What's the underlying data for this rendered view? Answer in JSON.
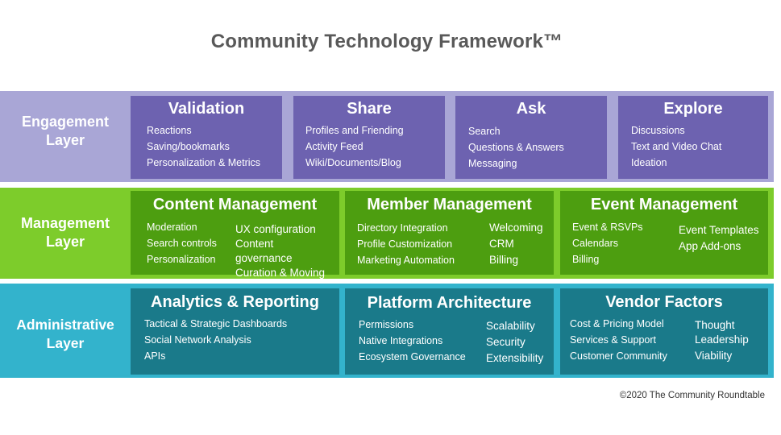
{
  "title": "Community Technology Framework™",
  "copyright": "©2020 The Community Roundtable",
  "layers": {
    "engagement": {
      "label_line1": "Engagement",
      "label_line2": "Layer",
      "boxes": [
        {
          "title": "Validation",
          "items": [
            "Reactions",
            "Saving/bookmarks",
            "Personalization & Metrics"
          ]
        },
        {
          "title": "Share",
          "items": [
            "Profiles and Friending",
            "Activity Feed",
            "Wiki/Documents/Blog"
          ]
        },
        {
          "title": "Ask",
          "items": [
            "Search",
            "Questions & Answers",
            "Messaging"
          ]
        },
        {
          "title": "Explore",
          "items": [
            "Discussions",
            "Text and Video Chat",
            "Ideation"
          ]
        }
      ]
    },
    "management": {
      "label_line1": "Management",
      "label_line2": "Layer",
      "boxes": [
        {
          "title": "Content Management",
          "col1": [
            "Moderation",
            "Search controls",
            "Personalization"
          ],
          "col2": [
            "UX configuration",
            "Content",
            "governance",
            "Curation & Moving"
          ]
        },
        {
          "title": "Member Management",
          "col1": [
            "Directory Integration",
            "Profile Customization",
            "Marketing Automation"
          ],
          "col2": [
            "Welcoming",
            "CRM",
            "Billing"
          ]
        },
        {
          "title": "Event Management",
          "col1": [
            "Event & RSVPs",
            "Calendars",
            "Billing"
          ],
          "col2": [
            "Event Templates",
            "App Add-ons"
          ]
        }
      ]
    },
    "administrative": {
      "label_line1": "Administrative",
      "label_line2": "Layer",
      "boxes": [
        {
          "title": "Analytics & Reporting",
          "col1": [
            "Tactical & Strategic Dashboards",
            "Social Network Analysis",
            "APIs"
          ]
        },
        {
          "title": "Platform Architecture",
          "col1": [
            "Permissions",
            "Native Integrations",
            "Ecosystem Governance"
          ],
          "col2": [
            "Scalability",
            "Security",
            "Extensibility"
          ]
        },
        {
          "title": "Vendor Factors",
          "col1": [
            "Cost & Pricing Model",
            "Services & Support",
            "Customer Community"
          ],
          "col2": [
            "Thought",
            "Leadership",
            "Viability"
          ]
        }
      ]
    }
  },
  "colors": {
    "engagement_band": "#a9a6d6",
    "engagement_box": "#6d62b0",
    "management_band": "#7dcc2b",
    "management_box": "#4d9e10",
    "administrative_band": "#33b3cc",
    "administrative_box": "#1a7a8a"
  }
}
